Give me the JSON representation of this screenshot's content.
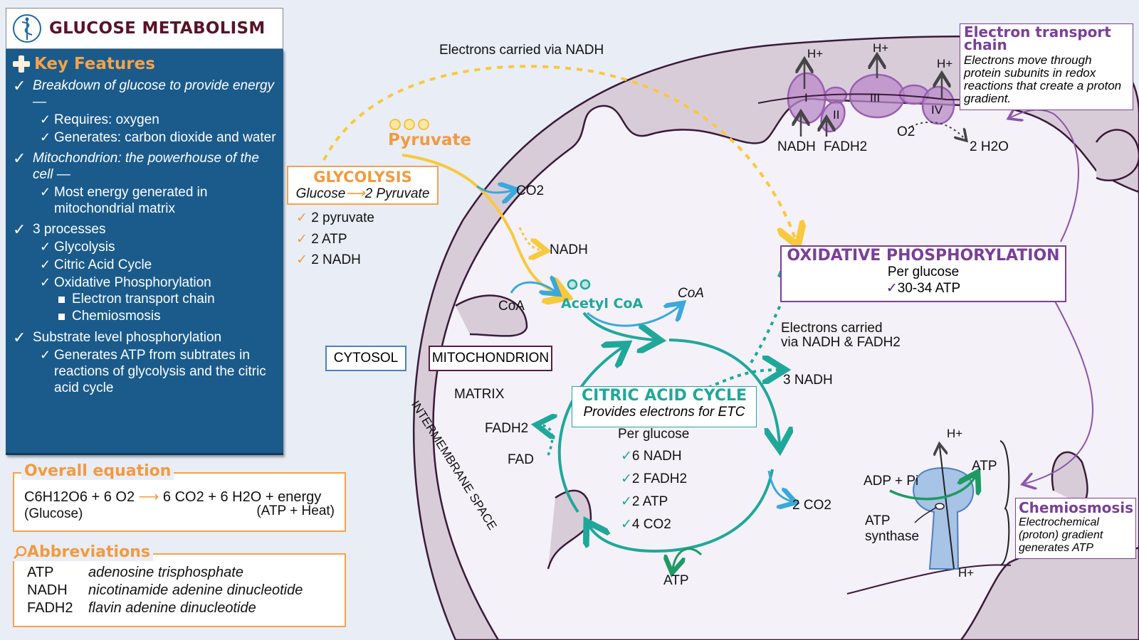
{
  "header": {
    "title": "GLUCOSE METABOLISM",
    "logo_icon": "caduceus-icon"
  },
  "key_features": {
    "title": "Key Features",
    "items": [
      {
        "text": "Breakdown of glucose to provide energy —",
        "subs": [
          "Requires: oxygen",
          "Generates: carbon dioxide and water"
        ]
      },
      {
        "text": "Mitochondrion: the powerhouse of the cell —",
        "subs": [
          "Most energy generated in mitochondrial matrix"
        ]
      },
      {
        "text": "3 processes",
        "subs": [
          "Glycolysis",
          "Citric Acid Cycle",
          "Oxidative Phosphorylation"
        ],
        "subsubs": [
          "Electron transport chain",
          "Chemiosmosis"
        ]
      },
      {
        "text": "Substrate level phosphorylation",
        "subs": [
          "Generates ATP from subtrates in reactions of glycolysis and the citric acid cycle"
        ]
      }
    ]
  },
  "overall_equation": {
    "title": "Overall equation",
    "reactants": "C6H12O6 + 6 O2",
    "products": "6 CO2 + 6 H2O + energy",
    "reactant_note": "(Glucose)",
    "product_note": "(ATP + Heat)"
  },
  "abbreviations": {
    "title": "Abbreviations",
    "rows": [
      {
        "abbr": "ATP",
        "meaning": "adenosine trisphosphate"
      },
      {
        "abbr": "NADH",
        "meaning": "nicotinamide adenine dinucleotide"
      },
      {
        "abbr": "FADH2",
        "meaning": "flavin adenine dinucleotide"
      }
    ]
  },
  "diagram": {
    "electrons_nadh": "Electrons carried via NADH",
    "pyruvate": "Pyruvate",
    "glycolysis": {
      "title": "GLYCOLYSIS",
      "reaction_left": "Glucose",
      "reaction_right": "2 Pyruvate",
      "yields": [
        "2 pyruvate",
        "2 ATP",
        "2 NADH"
      ]
    },
    "co2": "CO2",
    "nadh": "NADH",
    "coa_in": "CoA",
    "acetyl_coa": "Acetyl CoA",
    "coa_out": "CoA",
    "cytosol": "CYTOSOL",
    "mitochondrion": "MITOCHONDRION",
    "matrix": "MATRIX",
    "intermembrane": "INTERMEMBRANE SPACE",
    "fadh2": "FADH2",
    "fad": "FAD",
    "citric": {
      "title": "CITRIC ACID CYCLE",
      "subtitle": "Provides electrons for ETC",
      "per": "Per glucose",
      "yields": [
        "6 NADH",
        "2 FADH2",
        "2 ATP",
        "4 CO2"
      ]
    },
    "three_nadh": "3 NADH",
    "two_co2": "2 CO2",
    "atp_cycle": "ATP",
    "electrons_nadh_fadh2": "Electrons carried via NADH & FADH2",
    "oxphos": {
      "title": "OXIDATIVE PHOSPHORYLATION",
      "per": "Per glucose",
      "yield": "30-34 ATP"
    },
    "etc": {
      "title": "Electron transport chain",
      "desc": "Electrons move through protein subunits in redox reactions that create a proton gradient.",
      "complexes": [
        "I",
        "II",
        "III",
        "IV"
      ],
      "h_plus": "H+",
      "inputs": [
        "NADH",
        "FADH2"
      ],
      "o2": "O2",
      "water": "2 H2O"
    },
    "chemiosmosis": {
      "title": "Chemiosmosis",
      "desc": "Electrochemical (proton) gradient generates ATP",
      "adp": "ADP + Pi",
      "atp": "ATP",
      "synthase": "ATP synthase",
      "h_top": "H+",
      "h_bottom": "H+"
    }
  },
  "colors": {
    "panel_blue": "#1a5b8c",
    "orange": "#f39a3f",
    "teal": "#1fa89a",
    "purple": "#7b3f98",
    "yellow": "#f7c93c",
    "membrane": "#d9ccd9",
    "title_maroon": "#5a1228"
  }
}
